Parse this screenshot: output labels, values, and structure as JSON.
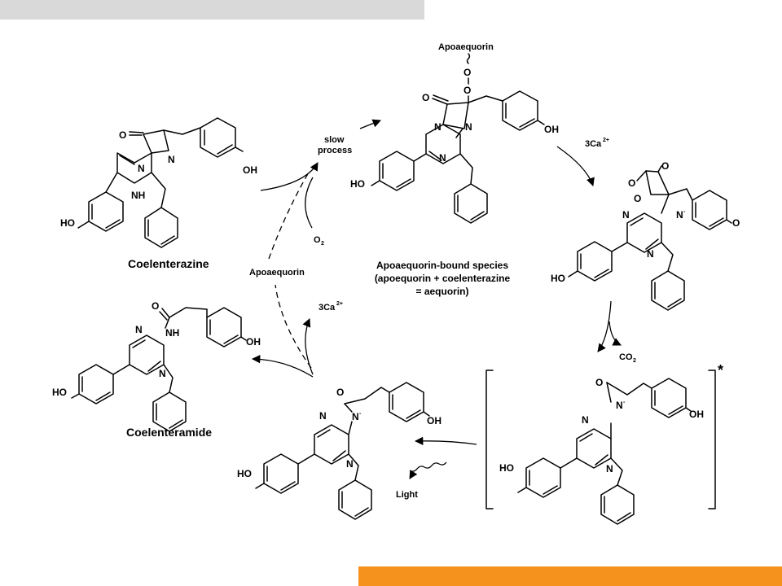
{
  "colors": {
    "top_bar": "#d9d9d9",
    "bottom_bar": "#f5921e",
    "ink": "#000000"
  },
  "molecules": {
    "coelenterazine": {
      "name": "Coelenterazine",
      "oh_left": "HO",
      "oh_right": "OH",
      "o": "O",
      "n1": "N",
      "n2": "N",
      "nh": "NH"
    },
    "peroxide": {
      "apo": "Apoaequorin",
      "o1": "O",
      "o2": "O",
      "o_keto": "O",
      "n1": "N",
      "n2": "N",
      "n3": "N",
      "oh_left": "HO",
      "oh_right": "OH"
    },
    "dioxetanone": {
      "o1": "O",
      "o2": "O",
      "o3": "O",
      "n_minus": "N",
      "n1": "N",
      "n2": "N",
      "o_minus": "O",
      "oh": "HO"
    },
    "excited": {
      "o": "O",
      "n_minus": "N",
      "n1": "N",
      "n2": "N",
      "oh_left": "HO",
      "oh_right": "OH",
      "star": "*"
    },
    "ground": {
      "o": "O",
      "n_minus": "N",
      "n1": "N",
      "n2": "N",
      "oh_left": "HO",
      "oh_right": "OH"
    },
    "coelenteramide": {
      "name": "Coelenteramide",
      "o": "O",
      "nh": "NH",
      "n1": "N",
      "n2": "N",
      "oh_left": "HO",
      "oh_right": "OH"
    }
  },
  "labels": {
    "slow_1": "slow",
    "slow_2": "process",
    "o2": "O",
    "o2_sub": "2",
    "apoaequorin": "Apoaequorin",
    "ca_top": "3Ca",
    "ca_top_sup": "2+",
    "ca_bottom": "3Ca",
    "ca_bottom_sup": "2+",
    "co2": "CO",
    "co2_sub": "2",
    "light": "Light",
    "species_1": "Apoaequorin-bound species",
    "species_2": "(apoequorin + coelenterazine",
    "species_3": "= aequorin)",
    "minus": "-"
  }
}
